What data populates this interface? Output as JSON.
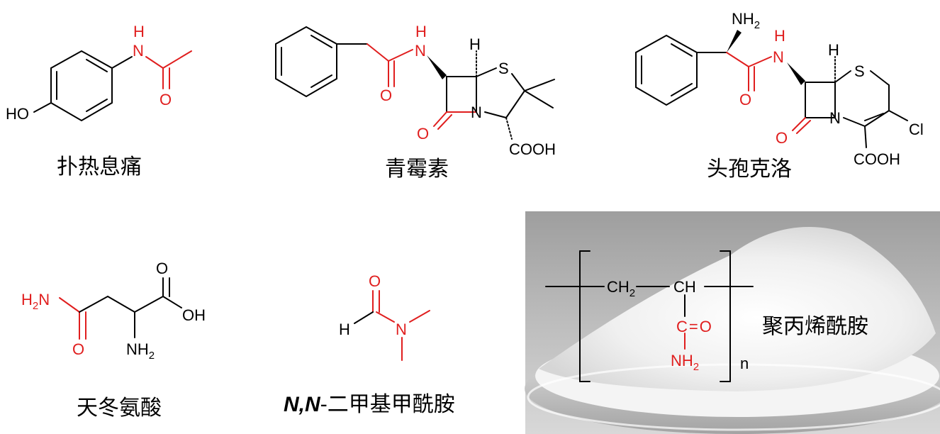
{
  "colors": {
    "amide_highlight": "#e01e1e",
    "bond": "#000000",
    "photo_bg_top": "#a8a8a8",
    "photo_bg_bottom": "#cfcfcf"
  },
  "molecules": {
    "paracetamol": {
      "name": "扑热息痛",
      "atoms": {
        "nh": "H N",
        "n": "N",
        "h": "H",
        "o": "O",
        "ho": "HO"
      }
    },
    "penicillin": {
      "name": "青霉素",
      "atoms": {
        "n_h": "H",
        "n": "N",
        "h": "H",
        "s": "S",
        "o": "O",
        "o2": "O",
        "ring_n": "N",
        "cooh": "COOH"
      }
    },
    "cefaclor": {
      "name": "头孢克洛",
      "atoms": {
        "nh2": "NH",
        "nh2_sub": "2",
        "n_h": "H",
        "n": "N",
        "h": "H",
        "s": "S",
        "o": "O",
        "o2": "O",
        "ring_n": "N",
        "cl": "Cl",
        "cooh": "COOH"
      }
    },
    "asparagine": {
      "name": "天冬氨酸",
      "atoms": {
        "h2n": "H",
        "h2n_sub": "2",
        "h2n_n": "N",
        "o_top": "O",
        "oh": "OH",
        "o_bottom": "O",
        "nh2": "NH",
        "nh2_sub": "2"
      }
    },
    "dmf": {
      "name_italic": "N,N",
      "name_rest": "-二甲基甲酰胺",
      "atoms": {
        "o": "O",
        "h": "H",
        "n": "N"
      }
    },
    "polyacrylamide": {
      "name": "聚丙烯酰胺",
      "atoms": {
        "ch2": "CH",
        "ch2_sub": "2",
        "ch": "CH",
        "c": "C",
        "eq": "=",
        "o": "O",
        "nh2": "NH",
        "nh2_sub": "2",
        "n": "n"
      }
    }
  }
}
